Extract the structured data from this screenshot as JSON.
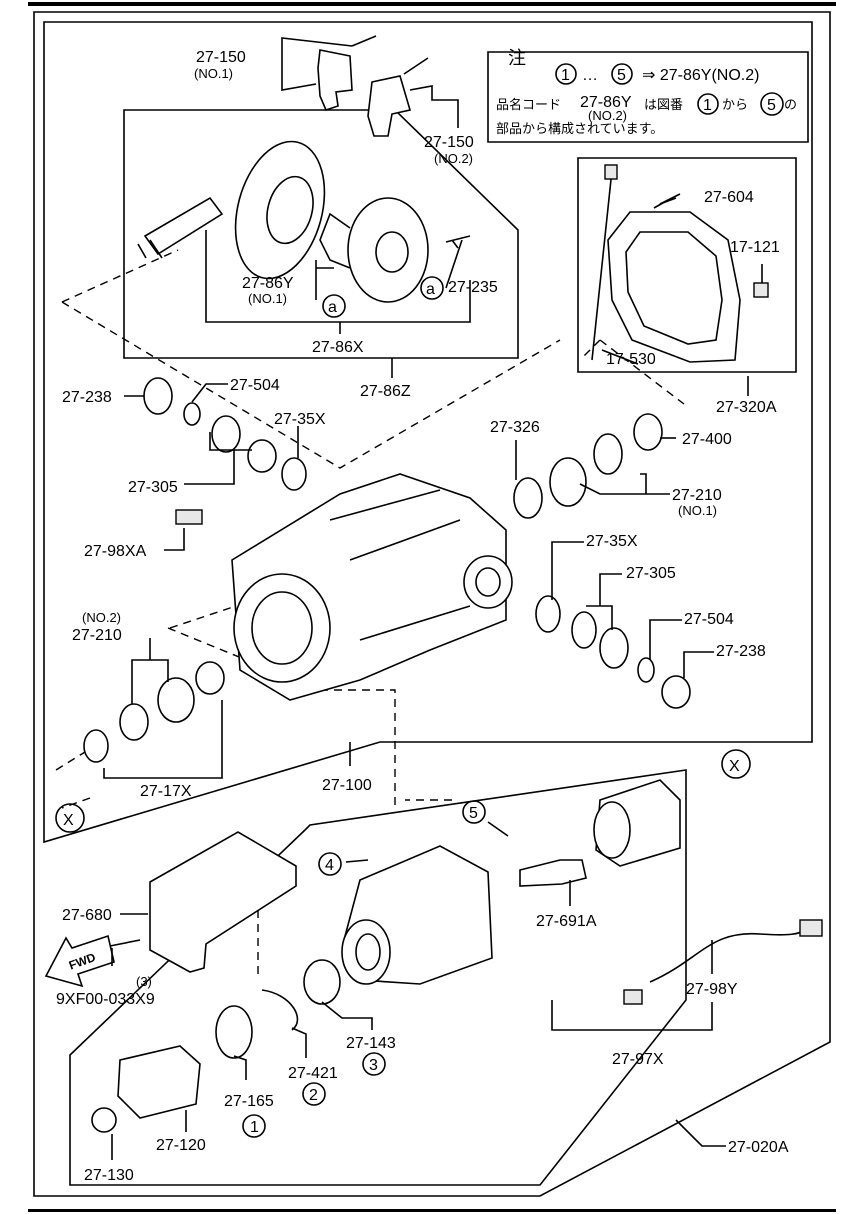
{
  "note": {
    "title": "注",
    "line1_from": "1",
    "line1_to": "5",
    "line1_ref": "⇒ 27-86Y(NO.2)",
    "line2_a": "品名コード",
    "line2_code": "27-86Y",
    "line2_no": "(NO.2)",
    "line2_b": "は図番",
    "line2_c": "から",
    "line2_d": "5",
    "line2_e": "の",
    "line3": "部品から構成されています。"
  },
  "labels": {
    "p27_150_no1": "27-150",
    "no1_a": "(NO.1)",
    "p27_150_no2": "27-150",
    "no2_a": "(NO.2)",
    "p27_604": "27-604",
    "p17_121": "17-121",
    "p17_530": "17-530",
    "p27_320a": "27-320A",
    "p27_86y_no1": "27-86Y",
    "no1_b": "(NO.1)",
    "p27_235": "27-235",
    "p27_86x": "27-86X",
    "p27_86z": "27-86Z",
    "p27_238_l": "27-238",
    "p27_504_l": "27-504",
    "p27_35x_l": "27-35X",
    "p27_305_l": "27-305",
    "p27_326": "27-326",
    "p27_400": "27-400",
    "p27_210_no1": "27-210",
    "no1_c": "(NO.1)",
    "p27_98xa": "27-98XA",
    "p27_35x_r": "27-35X",
    "p27_305_r": "27-305",
    "p27_504_r": "27-504",
    "p27_238_r": "27-238",
    "no2_b": "(NO.2)",
    "p27_210_no2": "27-210",
    "p27_17x": "27-17X",
    "p27_100": "27-100",
    "x_left": "X",
    "x_right": "X",
    "mark_a1": "a",
    "mark_a2": "a",
    "circ_5": "5",
    "circ_4": "4",
    "p27_691a": "27-691A",
    "p27_680": "27-680",
    "fwd": "FWD",
    "p3": "(3)",
    "p9xf00": "9XF00-033X9",
    "p27_98y": "27-98Y",
    "p27_143": "27-143",
    "circ_3": "3",
    "p27_421": "27-421",
    "circ_2": "2",
    "p27_165": "27-165",
    "circ_1": "1",
    "p27_97x": "27-97X",
    "p27_120": "27-120",
    "p27_130": "27-130",
    "p27_020a": "27-020A"
  }
}
